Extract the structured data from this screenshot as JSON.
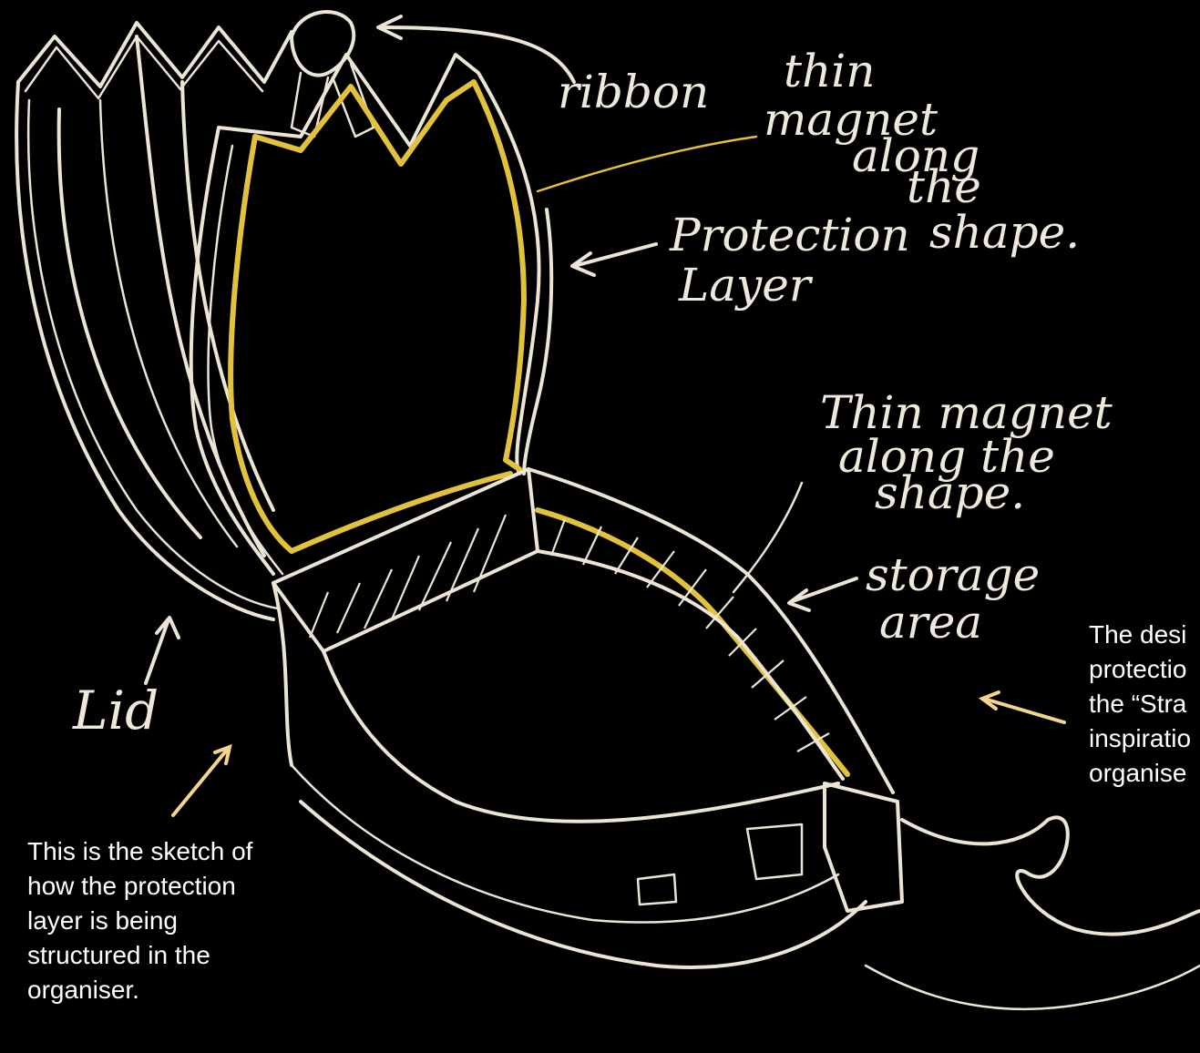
{
  "labels": {
    "ribbon": "ribbon",
    "magnet_top": [
      "thin",
      "magnet",
      "along",
      "the",
      "shape."
    ],
    "protection_layer": [
      "Protection",
      "Layer"
    ],
    "magnet_bottom": [
      "Thin magnet",
      "along the",
      "shape."
    ],
    "storage_area": [
      "storage",
      "area"
    ],
    "lid": "Lid"
  },
  "captions": {
    "left": "This is the sketch of how the protection layer is being structured in the organiser.",
    "right_visible": [
      "The desi",
      "protectio",
      "the “Stra",
      "inspiratio",
      "organise"
    ]
  },
  "colors": {
    "background": "#000000",
    "chalk": "#ece5d6",
    "magnet": "#e2c23a",
    "arrow_accent": "#f5d58e"
  }
}
